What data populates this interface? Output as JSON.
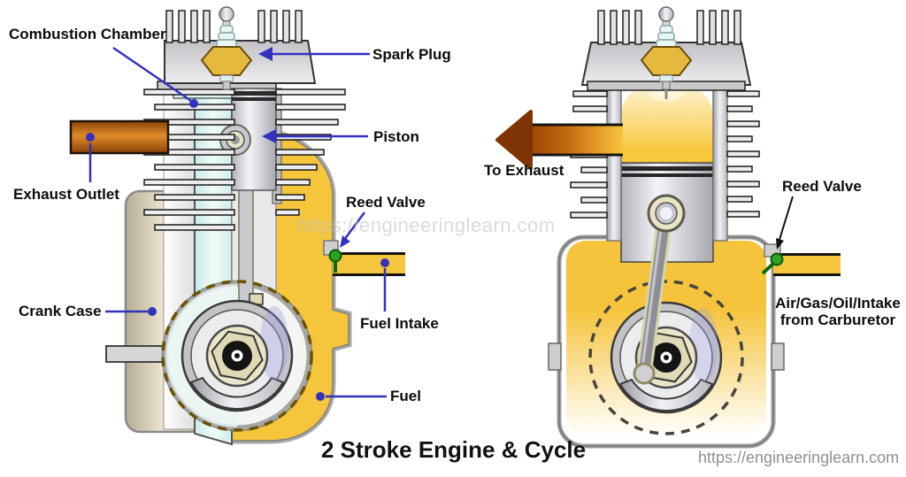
{
  "diagram": {
    "title": "2 Stroke Engine & Cycle",
    "watermark": "https://engineeringlearn.com",
    "source_url": "https://engineeringlearn.com"
  },
  "left_engine": {
    "labels": {
      "combustion_chamber": "Combustion Chamber",
      "spark_plug": "Spark Plug",
      "piston": "Piston",
      "exhaust_outlet": "Exhaust Outlet",
      "reed_valve": "Reed Valve",
      "fuel_intake": "Fuel Intake",
      "crank_case": "Crank Case",
      "fuel": "Fuel"
    }
  },
  "right_engine": {
    "labels": {
      "to_exhaust": "To Exhaust",
      "reed_valve": "Reed Valve",
      "intake_line1": "Air/Gas/Oil/Intake",
      "intake_line2": "from Carburetor"
    }
  },
  "colors": {
    "fuel_yellow": "#f5c53c",
    "label_blue": "#3232be",
    "reed_green": "#2da522",
    "exhaust_orange": "#c06a10",
    "casing_gray": "#c9c9c9",
    "crankcase_beige": "#d9d2b8"
  }
}
